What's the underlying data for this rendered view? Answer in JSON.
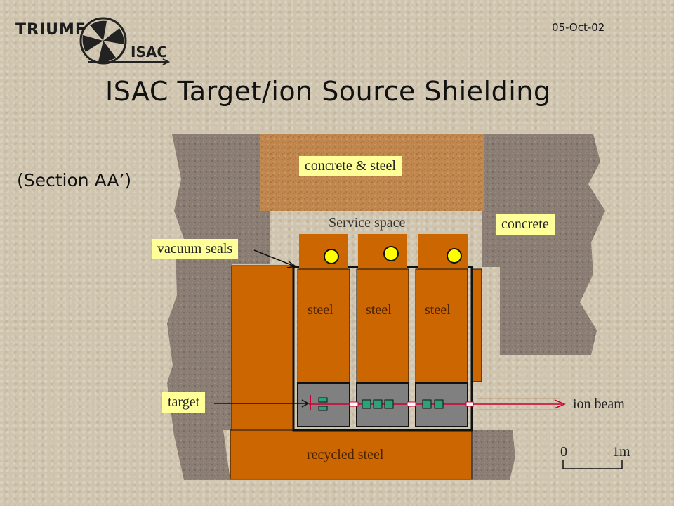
{
  "header": {
    "date": "05-Oct-02",
    "logo_text_1": "TRIUMF",
    "logo_text_2": "ISAC",
    "title": "ISAC Target/ion Source Shielding",
    "subtitle": "(Section AA’)"
  },
  "diagram": {
    "labels": {
      "concrete_steel": "concrete & steel",
      "service_space": "Service space",
      "concrete": "concrete",
      "vacuum_seals": "vacuum seals",
      "steel_1": "steel",
      "steel_2": "steel",
      "steel_3": "steel",
      "target": "target",
      "ion_beam": "ion beam",
      "recycled_steel": "recycled steel"
    },
    "scale": {
      "zero": "0",
      "one": "1m"
    },
    "colors": {
      "steel": "#cc6600",
      "concrete": "#8c7d73",
      "concrete_steel_block": "#c0874e",
      "label_bg": "#ffff99",
      "beam": "#cc0033",
      "target_module": "#808080",
      "magnet": "#2aa37a",
      "seal_circle": "#ffff00"
    }
  }
}
